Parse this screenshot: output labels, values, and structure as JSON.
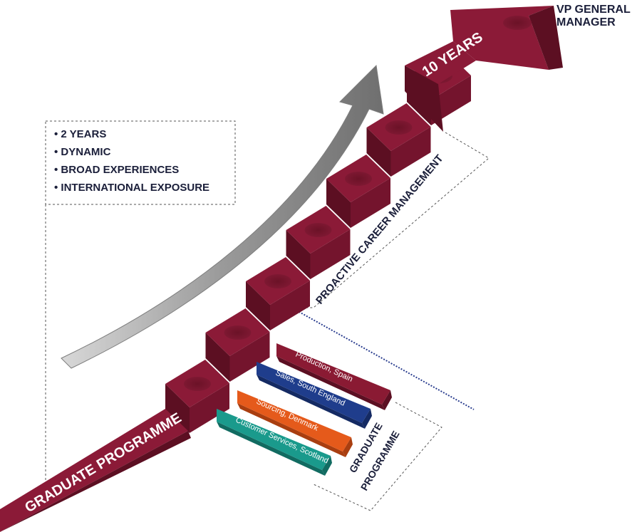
{
  "bullets": {
    "items": [
      "2 YEARS",
      "DYNAMIC",
      "BROAD EXPERIENCES",
      "INTERNATIONAL EXPOSURE"
    ]
  },
  "path": {
    "start_label": "GRADUATE PROGRAMME",
    "end_label": "10 YEARS",
    "goal_label_line1": "VP GENERAL",
    "goal_label_line2": "MANAGER",
    "career_label": "PROACTIVE CAREER MANAGEMENT"
  },
  "rotations": {
    "items": [
      {
        "label": "Production, Spain",
        "color": "#8a1a33"
      },
      {
        "label": "Sales, South England",
        "color": "#1f3d8c"
      },
      {
        "label": "Sourcing, Denmark",
        "color": "#e55a1b"
      },
      {
        "label": "Customer Services, Scotland",
        "color": "#1a9a8c"
      }
    ]
  },
  "graduate_box": {
    "line1": "GRADUATE",
    "line2": "PROGRAMME"
  },
  "colors": {
    "maroon": "#8b1a37",
    "maroon_dark": "#5c0f22",
    "grey_arrow": "#a9a9a9",
    "navy_text": "#1b1f3a"
  }
}
